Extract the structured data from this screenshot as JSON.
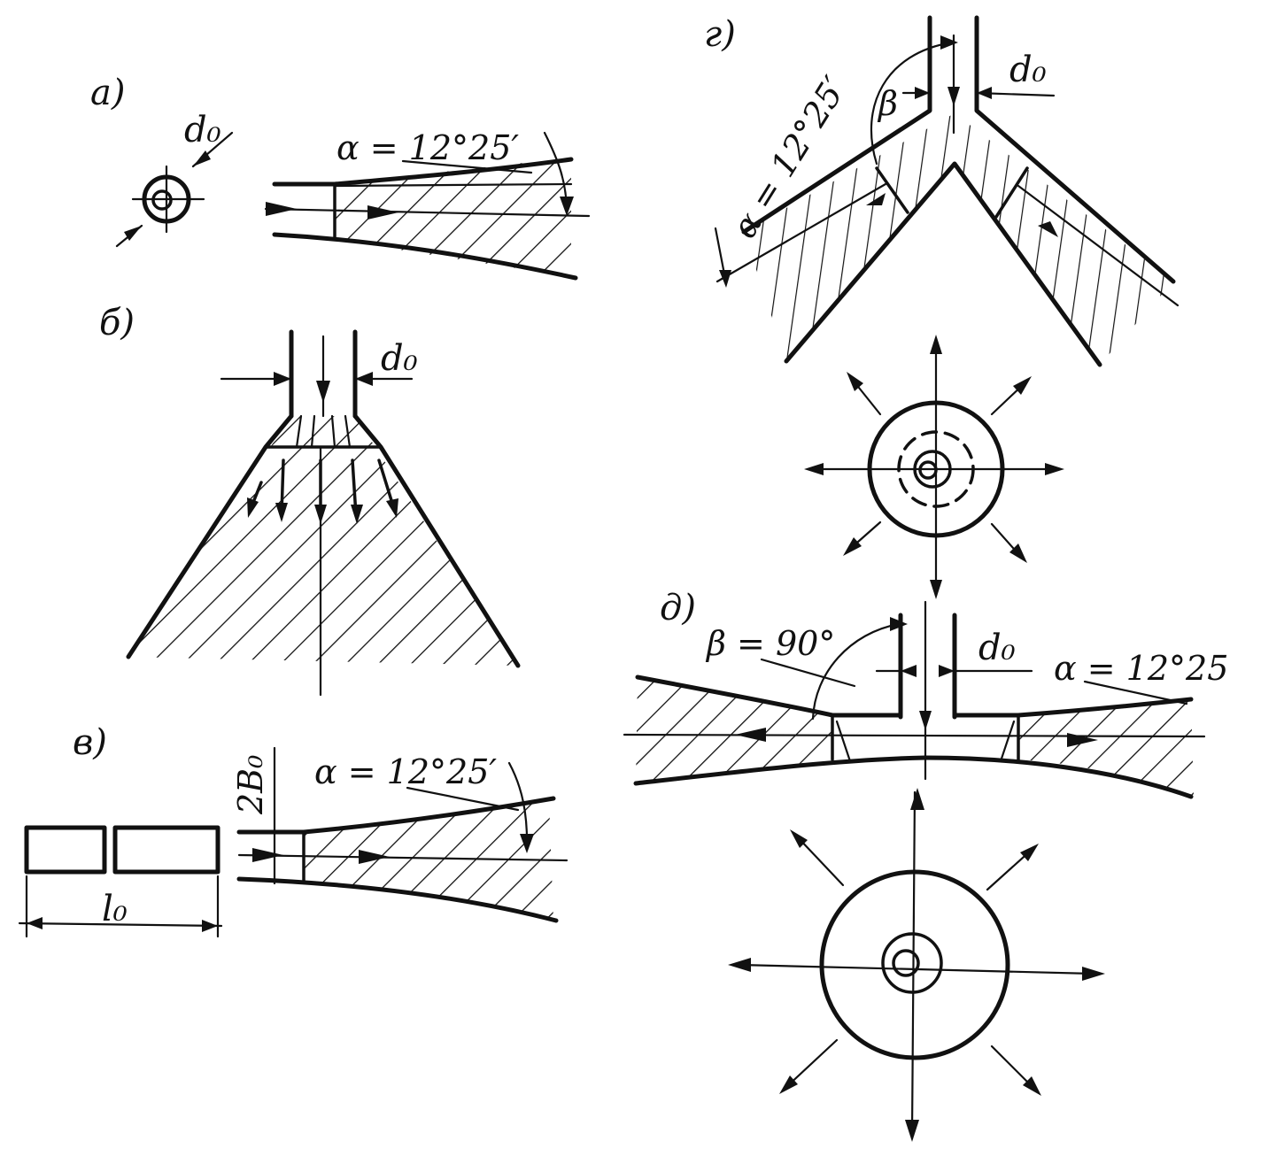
{
  "labels": {
    "a": "а)",
    "b": "б)",
    "v": "в)",
    "g": "г)",
    "d": "д)",
    "d0_a": "d₀",
    "d0_b": "d₀",
    "d0_g": "d₀",
    "d0_d": "d₀",
    "alpha_a": "α = 12°25′",
    "alpha_v": "α = 12°25′",
    "alpha_g": "α = 12°25′",
    "alpha_d": "α = 12°25",
    "beta_g": "β",
    "beta_d": "β = 90°",
    "b0_v": "2B₀",
    "l0_v": "l₀"
  },
  "colors": {
    "ink": "#111111",
    "paper": "#ffffff"
  }
}
